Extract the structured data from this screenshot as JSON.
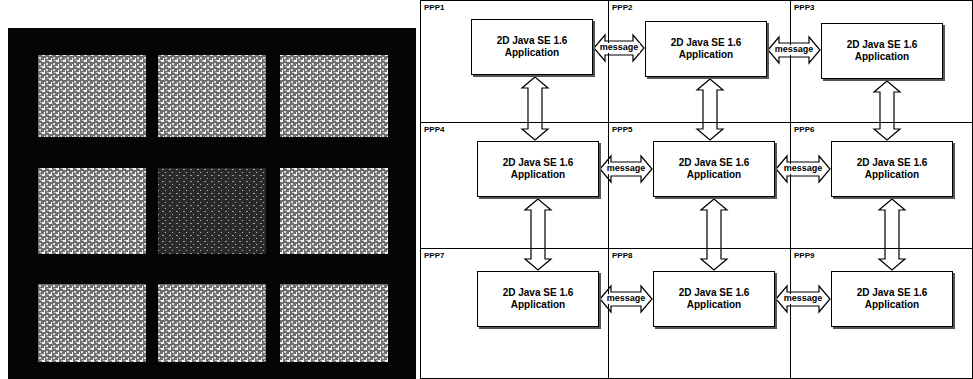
{
  "diagram": {
    "nodes": [
      {
        "text": [
          "PPP1"
        ]
      },
      {
        "text": [
          "2D Java SE 1.6 Application"
        ],
        "in": 0
      },
      {
        "text": [
          "PPP2"
        ]
      },
      {
        "text": [
          "2D Java SE 1.6 Application"
        ],
        "in": 2
      },
      {
        "text": [
          "PPP3"
        ]
      },
      {
        "text": [
          "2D Java SE 1.6 Application"
        ],
        "in": 4
      },
      {
        "text": [
          "PPP4"
        ]
      },
      {
        "text": [
          "2D Java SE 1.6 Application"
        ],
        "in": 6
      },
      {
        "text": [
          "PPP5"
        ]
      },
      {
        "text": [
          "2D Java SE 1.6 Application"
        ],
        "in": 8
      },
      {
        "text": [
          "PPP6"
        ]
      },
      {
        "text": [
          "2D Java SE 1.6 Application"
        ],
        "in": 10
      },
      {
        "text": [
          "PPP7"
        ]
      },
      {
        "text": [
          "2D Java SE 1.6 Application"
        ],
        "in": 12
      },
      {
        "text": [
          "PPP8"
        ]
      },
      {
        "text": [
          "2D Java SE 1.6 Application"
        ],
        "in": 14
      },
      {
        "text": [
          "PPP9"
        ]
      },
      {
        "text": [
          "2D Java SE 1.6 Application"
        ],
        "in": 16
      }
    ],
    "edges": [
      {
        "from": 1,
        "to": 3,
        "label": "message",
        "arrow": "both"
      },
      {
        "from": 3,
        "to": 5,
        "label": "message",
        "arrow": "both"
      },
      {
        "from": 7,
        "to": 9,
        "label": "message",
        "arrow": "both"
      },
      {
        "from": 9,
        "to": 11,
        "label": "message",
        "arrow": "both"
      },
      {
        "from": 13,
        "to": 15,
        "label": "message",
        "arrow": "both"
      },
      {
        "from": 15,
        "to": 17,
        "label": "message",
        "arrow": "both"
      },
      {
        "from": 1,
        "to": 7,
        "arrow": "both"
      },
      {
        "from": 7,
        "to": 13,
        "arrow": "both"
      },
      {
        "from": 3,
        "to": 9,
        "arrow": "both"
      },
      {
        "from": 9,
        "to": 15,
        "arrow": "both"
      },
      {
        "from": 5,
        "to": 11,
        "arrow": "both"
      },
      {
        "from": 11,
        "to": 17,
        "arrow": "both"
      }
    ]
  }
}
